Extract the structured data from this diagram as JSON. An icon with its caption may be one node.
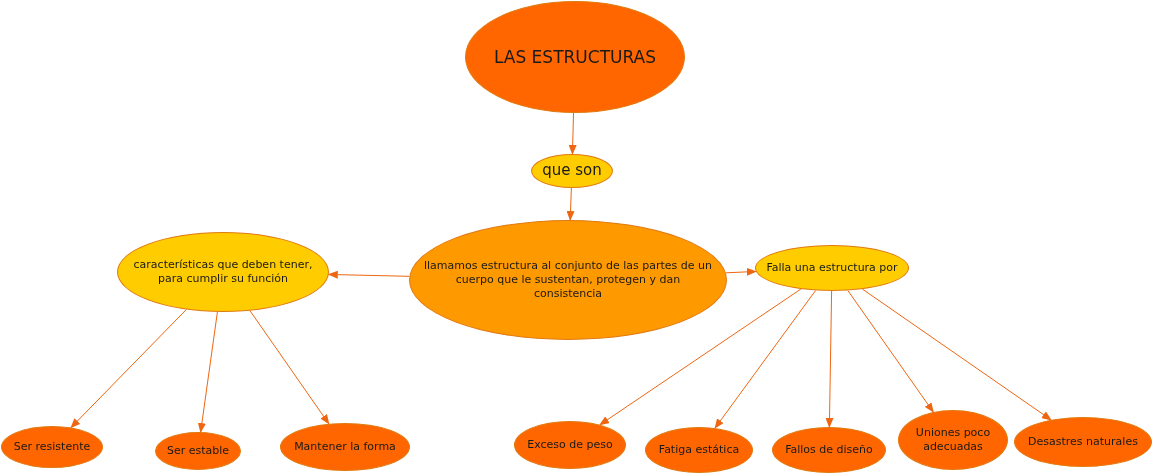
{
  "diagram": {
    "nodes": [
      {
        "text": [
          "LAS ESTRUCTURAS"
        ]
      },
      {
        "text": [
          "que son"
        ]
      },
      {
        "text": [
          "llamamos estructura al conjunto de las partes de un cuerpo que le sustentan, protegen y dan consistencia"
        ]
      },
      {
        "text": [
          "características que deben tener, para cumplir su función"
        ]
      },
      {
        "text": [
          "Falla una estructura por"
        ]
      },
      {
        "text": [
          "Ser resistente"
        ]
      },
      {
        "text": [
          "Ser estable"
        ]
      },
      {
        "text": [
          "Mantener la forma"
        ]
      },
      {
        "text": [
          "Exceso de peso"
        ]
      },
      {
        "text": [
          "Fatiga estática"
        ]
      },
      {
        "text": [
          "Fallos de diseño"
        ]
      },
      {
        "text": [
          "Uniones poco adecuadas"
        ]
      },
      {
        "text": [
          "Desastres naturales"
        ]
      }
    ],
    "edges": [
      {
        "from": 0,
        "to": 1,
        "arrow": "to"
      },
      {
        "from": 1,
        "to": 2,
        "arrow": "to"
      },
      {
        "from": 2,
        "to": 3,
        "arrow": "to"
      },
      {
        "from": 2,
        "to": 4,
        "arrow": "to"
      },
      {
        "from": 3,
        "to": 5,
        "arrow": "to"
      },
      {
        "from": 3,
        "to": 6,
        "arrow": "to"
      },
      {
        "from": 3,
        "to": 7,
        "arrow": "to"
      },
      {
        "from": 4,
        "to": 8,
        "arrow": "to"
      },
      {
        "from": 4,
        "to": 9,
        "arrow": "to"
      },
      {
        "from": 4,
        "to": 10,
        "arrow": "to"
      },
      {
        "from": 4,
        "to": 11,
        "arrow": "to"
      },
      {
        "from": 4,
        "to": 12,
        "arrow": "to"
      }
    ]
  }
}
